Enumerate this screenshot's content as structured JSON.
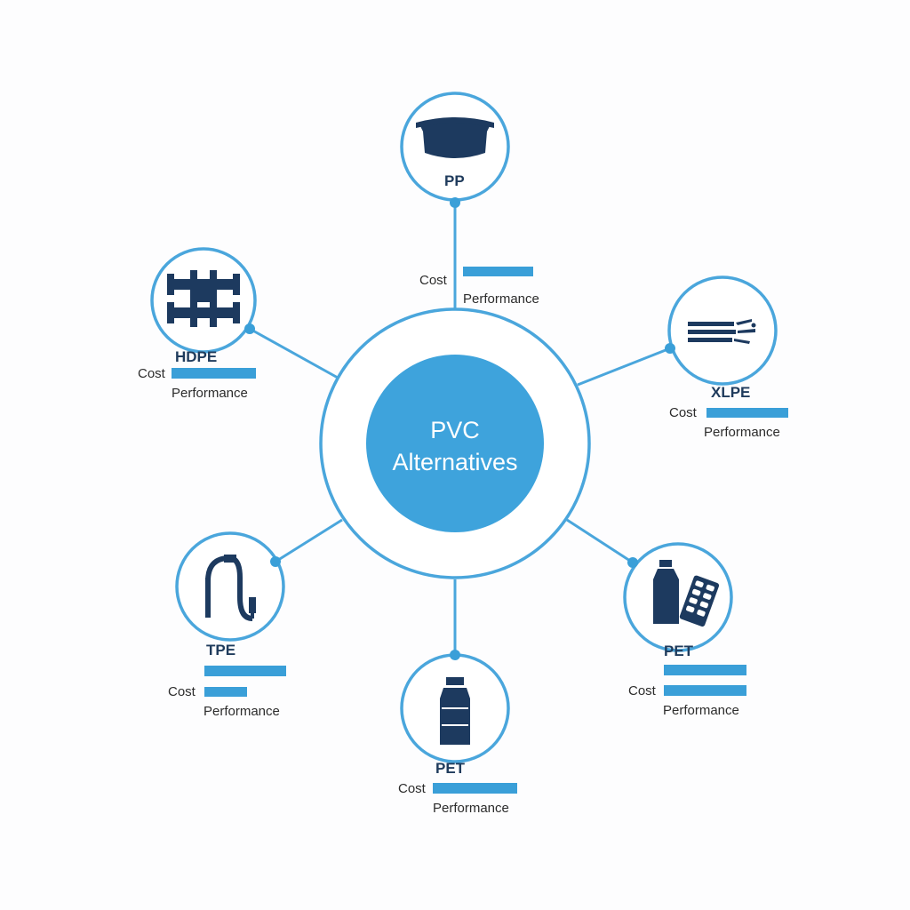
{
  "center": {
    "line1": "PVC",
    "line2": "Alternatives"
  },
  "colors": {
    "accent": "#3a9fd8",
    "line": "#4aa6dc",
    "icon": "#1d3a5f",
    "center_fill": "#3ea3dc"
  },
  "nodes": [
    {
      "id": "pp",
      "name": "PP",
      "icon": "tub-container-icon",
      "cost_label": "Cost",
      "performance_label": "Performance"
    },
    {
      "id": "hdpe",
      "name": "HDPE",
      "icon": "pipe-fittings-icon",
      "cost_label": "Cost",
      "performance_label": "Performance"
    },
    {
      "id": "xlpe",
      "name": "XLPE",
      "icon": "cable-icon",
      "cost_label": "Cost",
      "performance_label": "Performance"
    },
    {
      "id": "tpe",
      "name": "TPE",
      "icon": "hose-icon",
      "cost_label": "Cost",
      "performance_label": "Performance"
    },
    {
      "id": "pet1",
      "name": "PET",
      "icon": "bottle-icon",
      "cost_label": "Cost",
      "performance_label": "Performance"
    },
    {
      "id": "pet2",
      "name": "PET",
      "icon": "bottle-and-blister-pack-icon",
      "cost_label": "Cost",
      "performance_label": "Performance"
    }
  ]
}
